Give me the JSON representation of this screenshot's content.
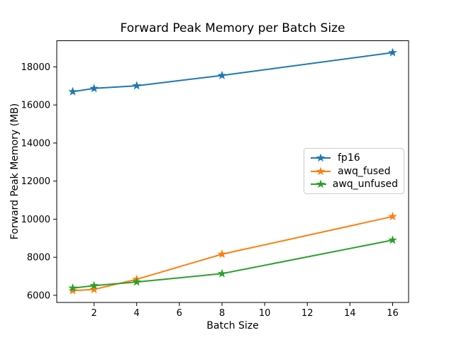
{
  "chart_data": {
    "type": "line",
    "title": "Forward Peak Memory per Batch Size",
    "xlabel": "Batch Size",
    "ylabel": "Forward Peak Memory (MB)",
    "x": [
      1,
      2,
      4,
      8,
      16
    ],
    "series": [
      {
        "name": "fp16",
        "color": "#1f77b4",
        "marker": "star",
        "values": [
          16700,
          16870,
          17010,
          17550,
          18750
        ]
      },
      {
        "name": "awq_fused",
        "color": "#ff7f0e",
        "marker": "star",
        "values": [
          6250,
          6310,
          6840,
          8160,
          10140
        ]
      },
      {
        "name": "awq_unfused",
        "color": "#2ca02c",
        "marker": "star",
        "values": [
          6380,
          6510,
          6700,
          7140,
          8900
        ]
      }
    ],
    "xticks": [
      2,
      4,
      6,
      8,
      10,
      12,
      14,
      16
    ],
    "yticks": [
      6000,
      8000,
      10000,
      12000,
      14000,
      16000,
      18000
    ],
    "xlim": [
      0.25,
      16.75
    ],
    "ylim": [
      5625,
      19375
    ],
    "grid": false,
    "legend_position": "center-right",
    "axis_color": "#000000",
    "background_color": "#ffffff"
  }
}
